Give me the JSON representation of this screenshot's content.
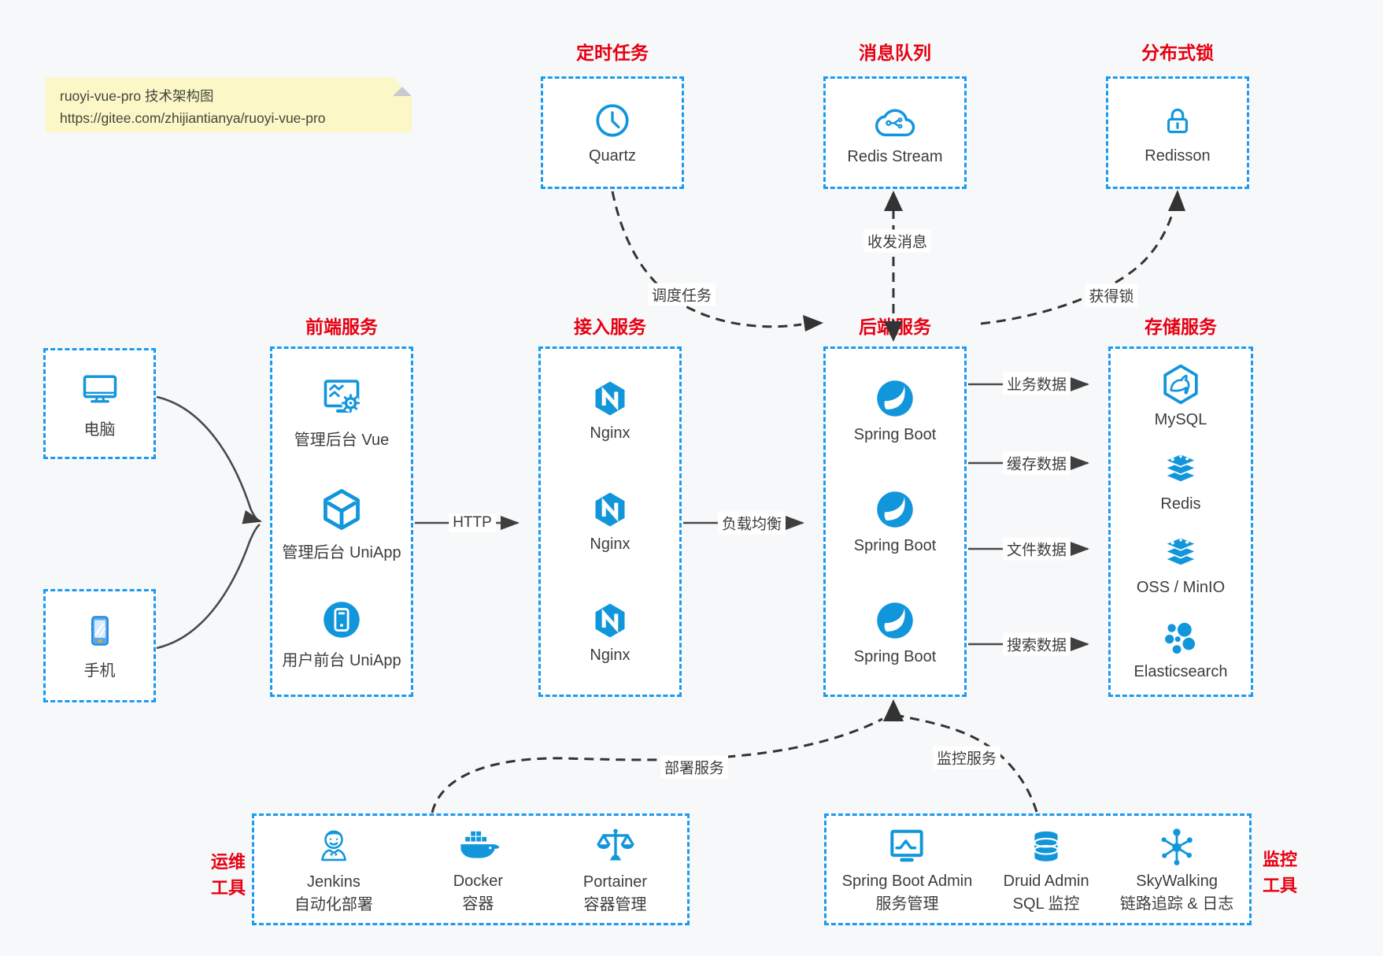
{
  "note": {
    "line1": "ruoyi-vue-pro 技术架构图",
    "line2": "https://gitee.com/zhijiantianya/ruoyi-vue-pro"
  },
  "colors": {
    "accent_blue": "#1296db",
    "border_blue": "#1a9bf0",
    "title_red": "#e60012",
    "text_dark": "#3d3d3d",
    "background": "#f7f8f9",
    "note_bg": "#fbf7c6",
    "arrow_gray": "#4a4a4a",
    "phone_button_yellow": "#f0ad13"
  },
  "groups": {
    "scheduler": {
      "title": "定时任务",
      "item": "Quartz",
      "icon": "clock-icon"
    },
    "mq": {
      "title": "消息队列",
      "item": "Redis Stream",
      "icon": "cloud-stream-icon"
    },
    "lock": {
      "title": "分布式锁",
      "item": "Redisson",
      "icon": "padlock-icon"
    },
    "clients": {
      "computer": "电脑",
      "phone": "手机",
      "icons": [
        "desktop-monitor-icon",
        "smartphone-icon"
      ]
    },
    "frontend": {
      "title": "前端服务",
      "items": [
        "管理后台 Vue",
        "管理后台 UniApp",
        "用户前台 UniApp"
      ],
      "icons": [
        "admin-vue-monitor-gear-icon",
        "uniapp-cube-icon",
        "uniapp-phone-circle-icon"
      ]
    },
    "gateway": {
      "title": "接入服务",
      "items": [
        "Nginx",
        "Nginx",
        "Nginx"
      ],
      "icon": "nginx-hexagon-icon"
    },
    "backend": {
      "title": "后端服务",
      "items": [
        "Spring Boot",
        "Spring Boot",
        "Spring Boot"
      ],
      "icon": "spring-boot-leaf-icon"
    },
    "storage": {
      "title": "存储服务",
      "items": [
        "MySQL",
        "Redis",
        "OSS / MinIO",
        "Elasticsearch"
      ],
      "icons": [
        "mysql-dolphin-hexagon-icon",
        "redis-stack-icon",
        "oss-minio-stack-icon",
        "elasticsearch-cluster-icon"
      ]
    },
    "ops": {
      "label_line1": "运维",
      "label_line2": "工具",
      "items": [
        {
          "name": "Jenkins",
          "desc": "自动化部署",
          "icon": "jenkins-butler-icon"
        },
        {
          "name": "Docker",
          "desc": "容器",
          "icon": "docker-whale-icon"
        },
        {
          "name": "Portainer",
          "desc": "容器管理",
          "icon": "portainer-scales-icon"
        }
      ]
    },
    "monitor": {
      "label_line1": "监控",
      "label_line2": "工具",
      "items": [
        {
          "name": "Spring Boot Admin",
          "desc": "服务管理",
          "icon": "spring-boot-admin-monitor-icon"
        },
        {
          "name": "Druid Admin",
          "desc": "SQL 监控",
          "icon": "druid-database-icon"
        },
        {
          "name": "SkyWalking",
          "desc": "链路追踪 & 日志",
          "icon": "skywalking-topology-icon"
        }
      ]
    }
  },
  "edges": {
    "http": "HTTP",
    "load_balance": "负载均衡",
    "business_data": "业务数据",
    "cache_data": "缓存数据",
    "file_data": "文件数据",
    "search_data": "搜索数据",
    "schedule_task": "调度任务",
    "send_receive_msg": "收发消息",
    "acquire_lock": "获得锁",
    "deploy_service": "部署服务",
    "monitor_service": "监控服务"
  }
}
